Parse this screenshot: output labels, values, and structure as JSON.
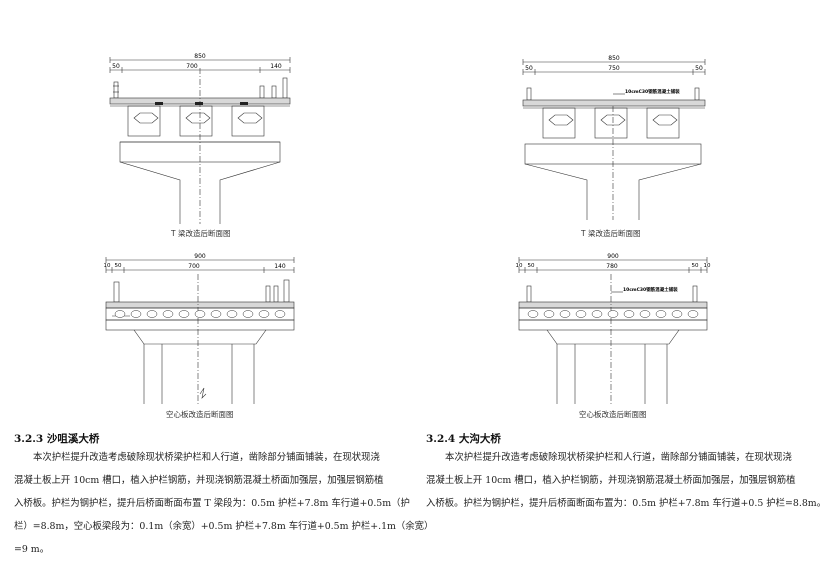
{
  "drawings": [
    {
      "id": "tl",
      "caption": "T 梁改造后断面图",
      "dims": {
        "total": "850",
        "left": "50",
        "mid": "700",
        "right": "140"
      }
    },
    {
      "id": "tr",
      "caption": "T 梁改造后断面图",
      "dims": {
        "total": "850",
        "left": "50",
        "mid": "750",
        "right": "50"
      },
      "note": "10cmC30钢筋混凝土铺装"
    },
    {
      "id": "bl",
      "caption": "空心板改造后断面图",
      "dims": {
        "total": "900",
        "side1": "10",
        "left": "50",
        "mid": "700",
        "right": "140"
      }
    },
    {
      "id": "br",
      "caption": "空心板改造后断面图",
      "dims": {
        "total": "900",
        "side1": "10",
        "left": "50",
        "mid": "780",
        "right": "50",
        "side2": "10"
      },
      "note": "10cmC30钢筋混凝土铺装"
    }
  ],
  "sections": [
    {
      "title": "3.2.3 沙咀溪大桥",
      "lines": [
        "本次护栏提升改造考虑破除现状桥梁护栏和人行道，凿除部分铺面铺装，在现状现浇",
        "混凝土板上开 10cm 槽口，植入护栏钢筋，并现浇钢筋混凝土桥面加强层，加强层钢筋植",
        "入桥板。护栏为钢护栏，提升后桥面断面布置 T 梁段为：0.5m 护栏+7.8m 车行道+0.5m（护",
        "栏）=8.8m，空心板梁段为：0.1m（余宽）+0.5m 护栏+7.8m 车行道+0.5m 护栏+.1m（余宽）",
        "=9 m。"
      ]
    },
    {
      "title": "3.2.4 大沟大桥",
      "lines": [
        "本次护栏提升改造考虑破除现状桥梁护栏和人行道，凿除部分铺面铺装，在现状现浇",
        "混凝土板上开 10cm 槽口，植入护栏钢筋，并现浇钢筋混凝土桥面加强层，加强层钢筋植",
        "入桥板。护栏为钢护栏，提升后桥面断面布置为：0.5m 护栏+7.8m 车行道+0.5 护栏=8.8m。"
      ]
    }
  ]
}
